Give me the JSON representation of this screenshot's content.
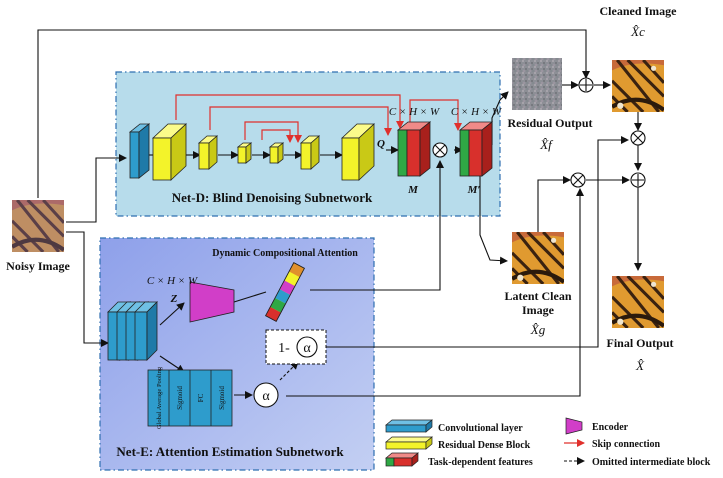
{
  "labels": {
    "noisy_image": "Noisy Image",
    "cleaned_image": "Cleaned Image",
    "cleaned_symbol": "X̂c",
    "residual_output": "Residual Output",
    "residual_symbol": "X̂f",
    "latent_clean_line1": "Latent Clean",
    "latent_clean_line2": "Image",
    "latent_symbol": "X̂g",
    "final_output": "Final Output",
    "final_symbol": "X̂",
    "net_d_title": "Net-D: Blind Denoising Subnetwork",
    "net_e_title": "Net-E: Attention Estimation Subnetwork",
    "dca_title": "Dynamic Compositional Attention",
    "dim_label": "C × H × W",
    "Q": "Q",
    "M": "M",
    "M_prime": "M′",
    "Z": "Z",
    "one_minus": "1-",
    "alpha": "α",
    "mlp": [
      "Global Average Pooling",
      "Sigmoid",
      "FC",
      "Sigmoid"
    ]
  },
  "legend": [
    {
      "icon": "conv-layer-icon",
      "text": "Convolutional layer"
    },
    {
      "icon": "residual-dense-block-icon",
      "text": "Residual Dense Block"
    },
    {
      "icon": "task-features-icon",
      "text": "Task-dependent features"
    },
    {
      "icon": "encoder-icon",
      "text": "Encoder"
    },
    {
      "icon": "skip-connection-icon",
      "text": "Skip connection"
    },
    {
      "icon": "omitted-block-icon",
      "text": "Omitted intermediate block"
    }
  ],
  "colors": {
    "net_d_bg": "#b7dceb",
    "net_e_bg": "#aab8ee",
    "conv": "#2e9ccc",
    "rdb": "#f3f32a",
    "encoder": "#d13ec8",
    "skip": "#e0302c",
    "green": "#2fa845",
    "red": "#d8302c"
  }
}
